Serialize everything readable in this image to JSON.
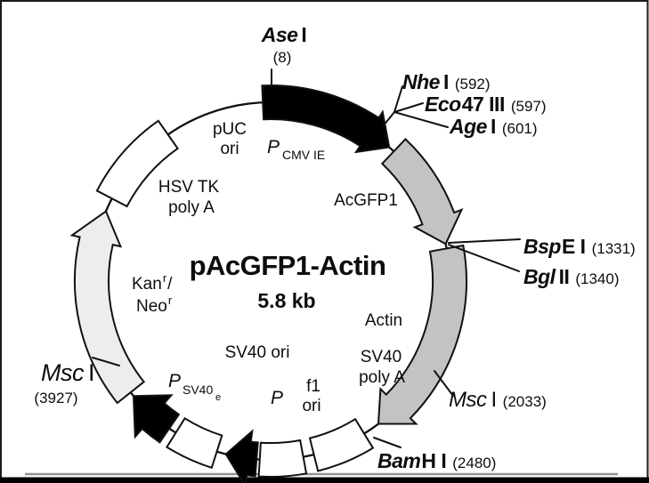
{
  "plasmid": {
    "name": "pAcGFP1-Actin",
    "size": "5.8 kb"
  },
  "colors": {
    "outline": "#111111",
    "black_feature": "#000000",
    "gray_feature": "#c3c3c3",
    "light_feature": "#ededed",
    "white_feature": "#ffffff"
  },
  "sites": {
    "ase1": {
      "italic": "Ase",
      "plain": "I",
      "pos": "(8)"
    },
    "nhe1": {
      "italic": "Nhe",
      "plain": "I",
      "pos": "(592)"
    },
    "eco47": {
      "italic": "Eco",
      "plain": "47 III",
      "pos": "(597)"
    },
    "age1": {
      "italic": "Age",
      "plain": "I",
      "pos": "(601)"
    },
    "bspe1": {
      "italic": "Bsp",
      "plain": "E I",
      "pos": "(1331)"
    },
    "bgl2": {
      "italic": "Bgl",
      "plain": "II",
      "pos": "(1340)"
    },
    "msc2033": {
      "italic": "Msc",
      "plain": "I",
      "pos": "(2033)"
    },
    "bamh1": {
      "italic": "Bam",
      "plain": "H I",
      "pos": "(2480)"
    },
    "msc3927": {
      "italic": "Msc",
      "plain": "I",
      "pos": "(3927)"
    }
  },
  "features": {
    "pcmv_p": "P",
    "pcmv_sub": "CMV IE",
    "puc1": "pUC",
    "puc2": "ori",
    "hsvtk1": "HSV TK",
    "hsvtk2": "poly A",
    "acgfp1": "AcGFP1",
    "actin": "Actin",
    "kan": "Kan",
    "kan_sup": "r",
    "slash": "/",
    "neo": "Neo",
    "neo_sup": "r",
    "sv40ori": "SV40 ori",
    "psv40_p": "P",
    "psv40_sub": "SV40",
    "psv40_sub2": "e",
    "pf1": "P",
    "f1a": "f1",
    "f1b": "ori",
    "sv40pa1": "SV40",
    "sv40pa2": "poly A"
  }
}
